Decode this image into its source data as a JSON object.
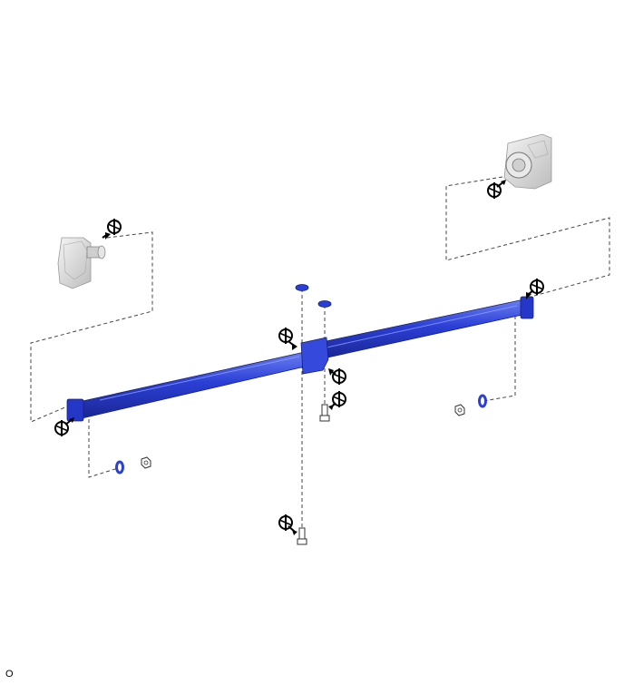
{
  "figure": {
    "corner_label": "O",
    "colors": {
      "shaft": "#2b3fd6",
      "shaft_dark": "#1a2690",
      "shaft_light": "#5e72f0",
      "part_outline": "#333333",
      "leader": "#444444",
      "housing": "#d8d8d8"
    },
    "parts": [
      "propeller-shaft",
      "center-support-bearing",
      "transmission-output-flange",
      "differential-input-flange",
      "front-washer",
      "front-nut",
      "rear-nut",
      "rear-washer",
      "center-bolt-upper",
      "center-bolt-lower",
      "center-washer-left",
      "center-washer-right"
    ],
    "icons": [
      "torque-icon-front-flange",
      "torque-icon-rear-flange",
      "torque-icon-shaft-front",
      "torque-icon-shaft-rear",
      "torque-icon-center-upper",
      "torque-icon-center-mid",
      "torque-icon-center-bolt",
      "torque-icon-lower-bolt"
    ]
  }
}
